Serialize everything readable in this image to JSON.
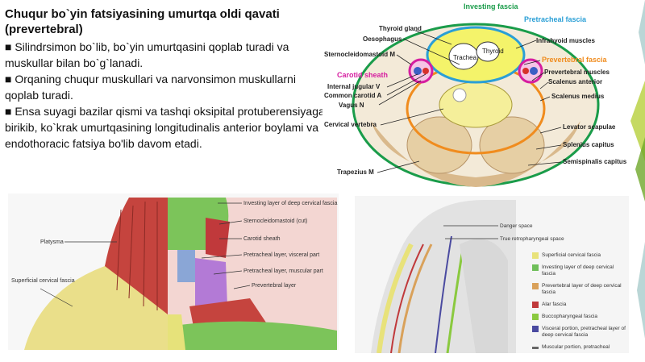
{
  "slide": {
    "title": "Chuqur bo`yin fatsiyasining umurtqa oldi qavati (prevertebral)",
    "bullets": [
      "■ Silindrsimon bo`lib, bo`yin umurtqasini qoplab turadi va muskullar bilan bo`g`lanadi.",
      "■ Orqaning chuqur muskullari va narvonsimon muskullarni qoplab turadi.",
      "■ Ensa suyagi bazilar qismi va tashqi oksipital protuberensiyaga birikib, ko`krak umurtqasining longitudinalis anterior boylami va endothoracic fatsiya bo'lib davom etadi."
    ]
  },
  "cross_section": {
    "left_labels": [
      "Thyroid gland",
      "Oesophagus",
      "Sternocleidomastoid M",
      "Carotid sheath",
      "Internal jugular V",
      "Common carotid A",
      "Vagus N",
      "Cervical vertebra",
      "Trapezius M"
    ],
    "right_labels": [
      "Investing fascia",
      "Pretracheal fascia",
      "Infrahyoid muscles",
      "Prevertebral fascia",
      "Prevertebral muscles",
      "Scalenus anterior",
      "Scalenus medius",
      "Levator scapulae",
      "Splenius capitus",
      "Semispinalis capitus"
    ],
    "inner_labels": [
      "Trachea",
      "Thyroid"
    ],
    "colors": {
      "investing": "#1a9c4a",
      "pretracheal": "#2a9fd6",
      "prevertebral": "#f08c1e",
      "carotid": "#d61ea0"
    }
  },
  "neck_figure": {
    "labels": [
      "Investing layer of deep cervical fascia",
      "Sternocleidomastoid (cut)",
      "Carotid sheath",
      "Pretracheal layer, visceral part",
      "Pretracheal layer, muscular part",
      "Prevertebral layer",
      "Platysma",
      "Superficial cervical fascia"
    ]
  },
  "sagittal_figure": {
    "labels": [
      "Danger space",
      "True retropharyngeal space"
    ],
    "legend": [
      {
        "label": "Superficial cervical fascia",
        "color": "#e8e27a"
      },
      {
        "label": "Investing layer of deep cervical fascia",
        "color": "#6fbf5a"
      },
      {
        "label": "Prevertebral layer of deep cervical fascia",
        "color": "#d9a15a"
      },
      {
        "label": "Alar fascia",
        "color": "#c0393b"
      },
      {
        "label": "Buccopharyngeal fascia",
        "color": "#8ac93f"
      },
      {
        "label": "Visceral portion, pretracheal layer of deep cervical fascia",
        "color": "#4a4aa0"
      },
      {
        "label": "Muscular portion, pretracheal",
        "color": "#666666"
      }
    ]
  }
}
